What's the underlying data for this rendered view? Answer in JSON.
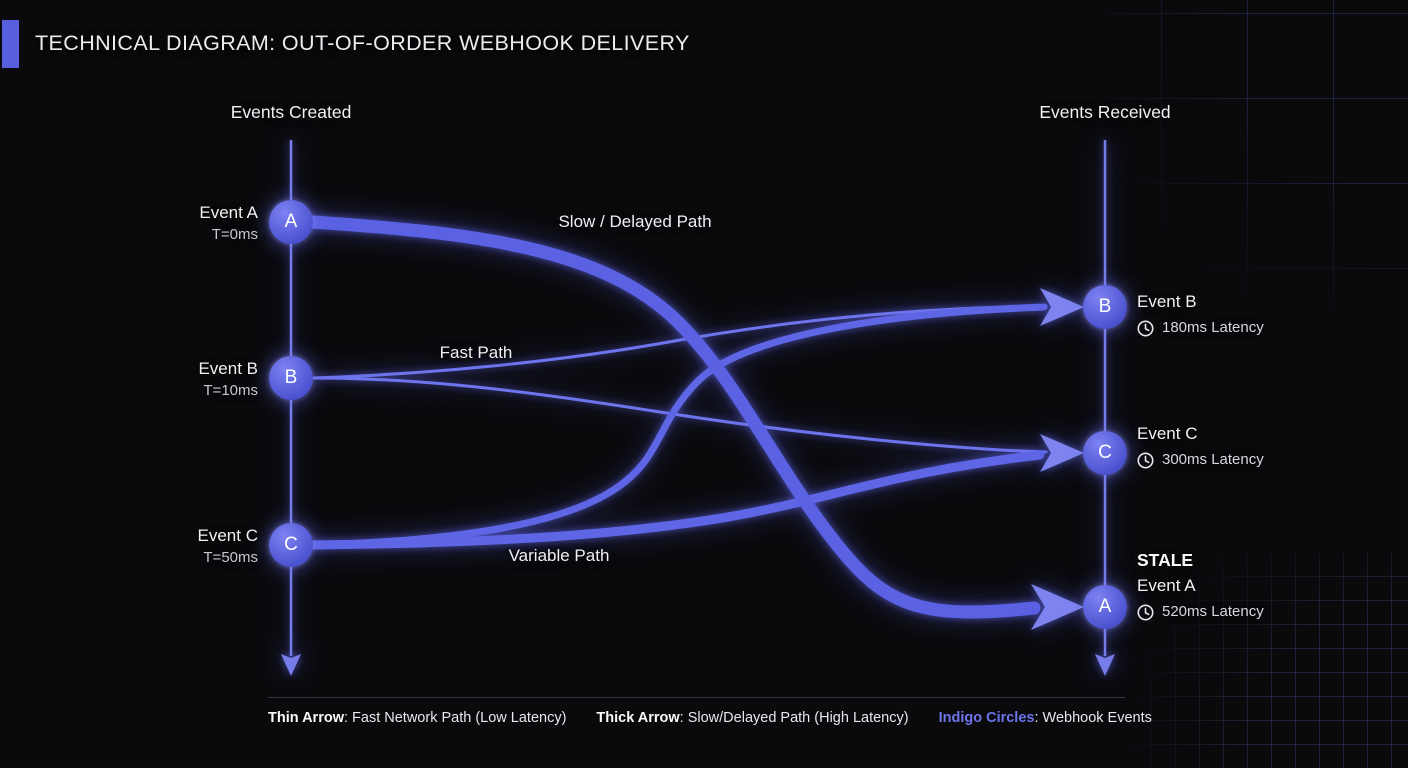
{
  "title": "TECHNICAL DIAGRAM: OUT-OF-ORDER WEBHOOK DELIVERY",
  "columns": {
    "created_header": "Events Created",
    "received_header": "Events Received"
  },
  "created_events": [
    {
      "letter": "A",
      "label": "Event A",
      "time": "T=0ms"
    },
    {
      "letter": "B",
      "label": "Event B",
      "time": "T=10ms"
    },
    {
      "letter": "C",
      "label": "Event C",
      "time": "T=50ms"
    }
  ],
  "received_events": [
    {
      "letter": "B",
      "label": "Event B",
      "latency": "180ms Latency"
    },
    {
      "letter": "C",
      "label": "Event C",
      "latency": "300ms Latency"
    },
    {
      "letter": "A",
      "label": "Event A",
      "latency": "520ms Latency",
      "stale": "STALE"
    }
  ],
  "paths": {
    "slow": {
      "label": "Slow / Delayed Path",
      "from": "A",
      "to": "A",
      "weight": "thick"
    },
    "fast": {
      "label": "Fast Path",
      "from": "B",
      "to": "B",
      "weight": "thin"
    },
    "variable": {
      "label": "Variable Path",
      "from": "C",
      "to": "C",
      "weight": "medium"
    }
  },
  "legend": {
    "items": [
      {
        "term": "Thin Arrow",
        "desc": ": Fast Network Path (Low Latency)"
      },
      {
        "term": "Thick Arrow",
        "desc": ": Slow/Delayed Path (High Latency)"
      },
      {
        "term": "Indigo Circles",
        "desc": ": Webhook Events"
      }
    ]
  },
  "colors": {
    "background": "#0a0a0d",
    "indigo_path": "#5a61e2",
    "indigo_bright": "#7e84ef",
    "indigo_node": "#4b52cf",
    "accent_bar": "#585ee0",
    "text_primary": "#f2f2f5",
    "text_secondary": "#c6c8d4",
    "grid_line": "#1d2240"
  }
}
